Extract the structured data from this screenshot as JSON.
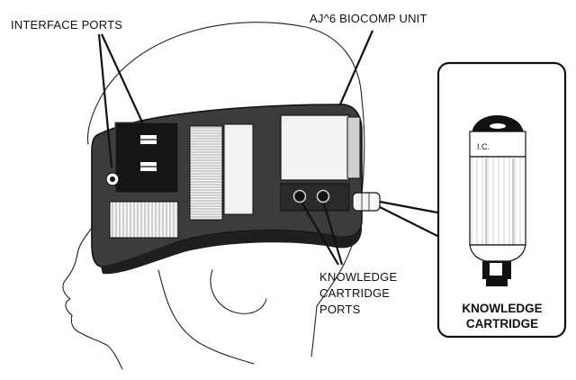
{
  "labels": {
    "interface_ports": "INTERFACE PORTS",
    "unit_name": "AJ^6 BIOCOMP UNIT",
    "cartridge_ports": [
      "KNOWLEDGE",
      "CARTRIDGE",
      "PORTS"
    ],
    "inset_caption": [
      "KNOWLEDGE",
      "CARTRIDGE"
    ],
    "cartridge_marking": "I.C."
  },
  "colors": {
    "ink": "#111111",
    "band": "#3c3c3c",
    "band_dark": "#1f1f1f",
    "panel_light": "#f2f2f2",
    "panel_mid": "#cfcfcf",
    "paper": "#ffffff"
  }
}
